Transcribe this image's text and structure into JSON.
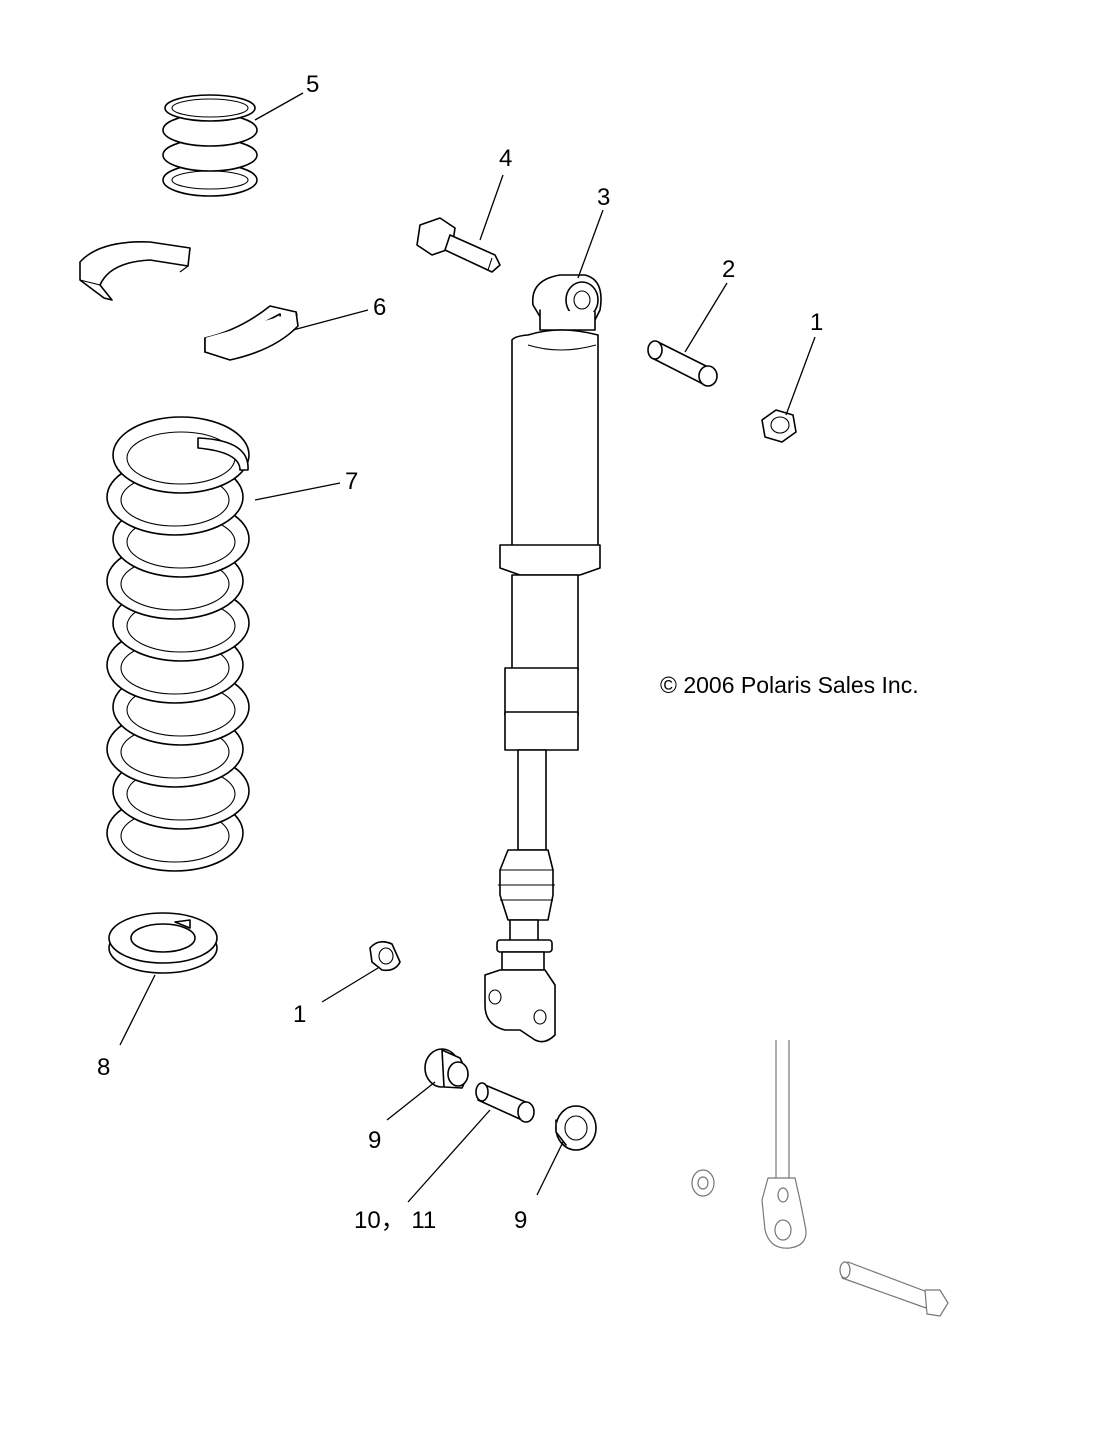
{
  "copyright": "© 2006 Polaris Sales Inc.",
  "callouts": {
    "c1a": "1",
    "c1b": "1",
    "c2": "2",
    "c3": "3",
    "c4": "4",
    "c5": "5",
    "c6": "6",
    "c7": "7",
    "c8": "8",
    "c9a": "9",
    "c9b": "9",
    "c10": "10， 11"
  }
}
